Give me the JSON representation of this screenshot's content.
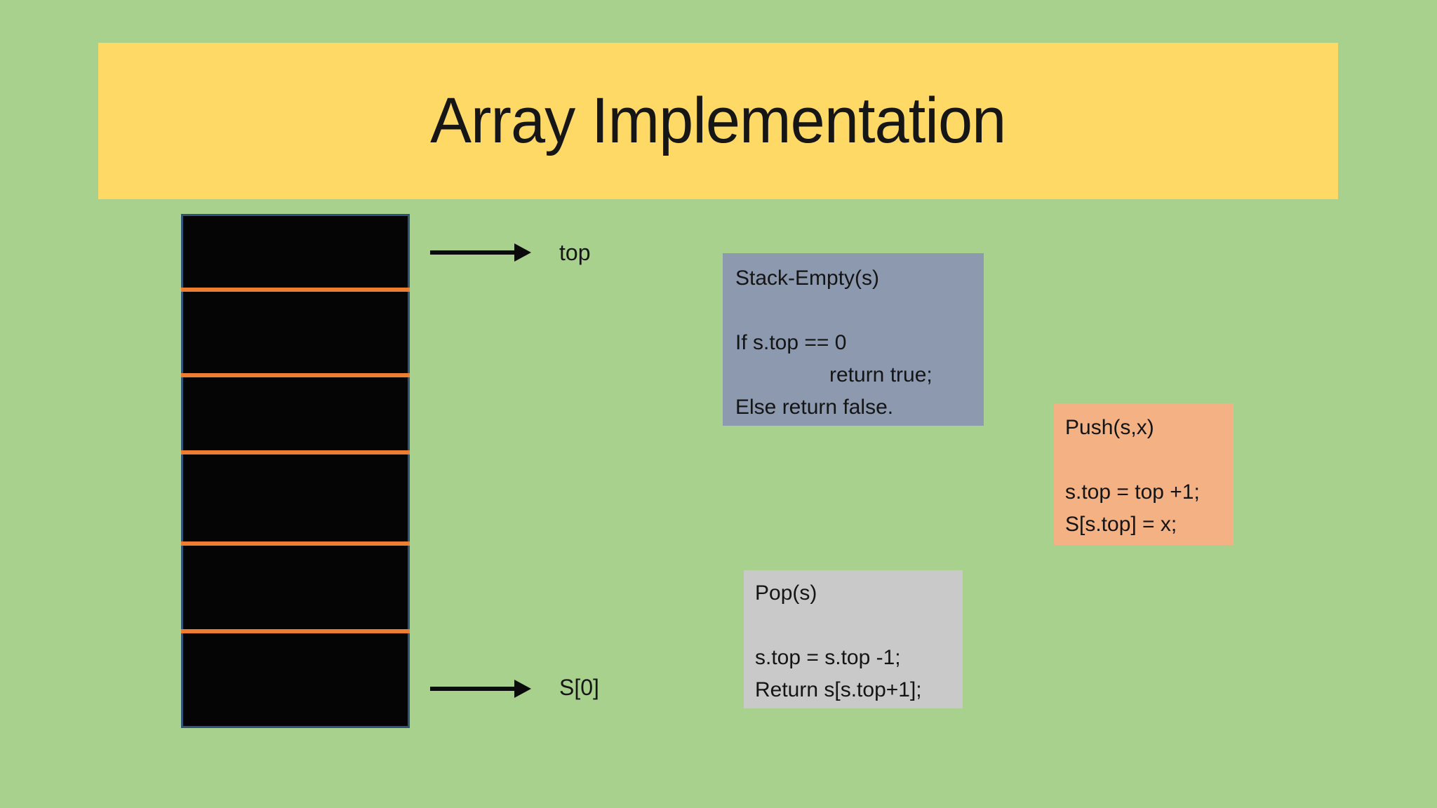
{
  "slide": {
    "title": "Array Implementation",
    "background_color": "#a9d18e",
    "banner_color": "#ffd966"
  },
  "stack": {
    "cell_count": 6,
    "fill_color": "#050505",
    "border_color": "#2e5579",
    "divider_color": "#ed7d31",
    "top_label": "top",
    "bottom_label": "S[0]"
  },
  "boxes": {
    "stack_empty": {
      "heading": "Stack-Empty(s)",
      "lines": [
        "If s.top == 0",
        "return true;",
        "Else return false."
      ],
      "color": "#8c99ae"
    },
    "push": {
      "heading": "Push(s,x)",
      "lines": [
        "s.top = top +1;",
        "S[s.top] = x;"
      ],
      "color": "#f4b183"
    },
    "pop": {
      "heading": "Pop(s)",
      "lines": [
        "s.top = s.top -1;",
        "Return s[s.top+1];"
      ],
      "color": "#c9c9c9"
    }
  }
}
